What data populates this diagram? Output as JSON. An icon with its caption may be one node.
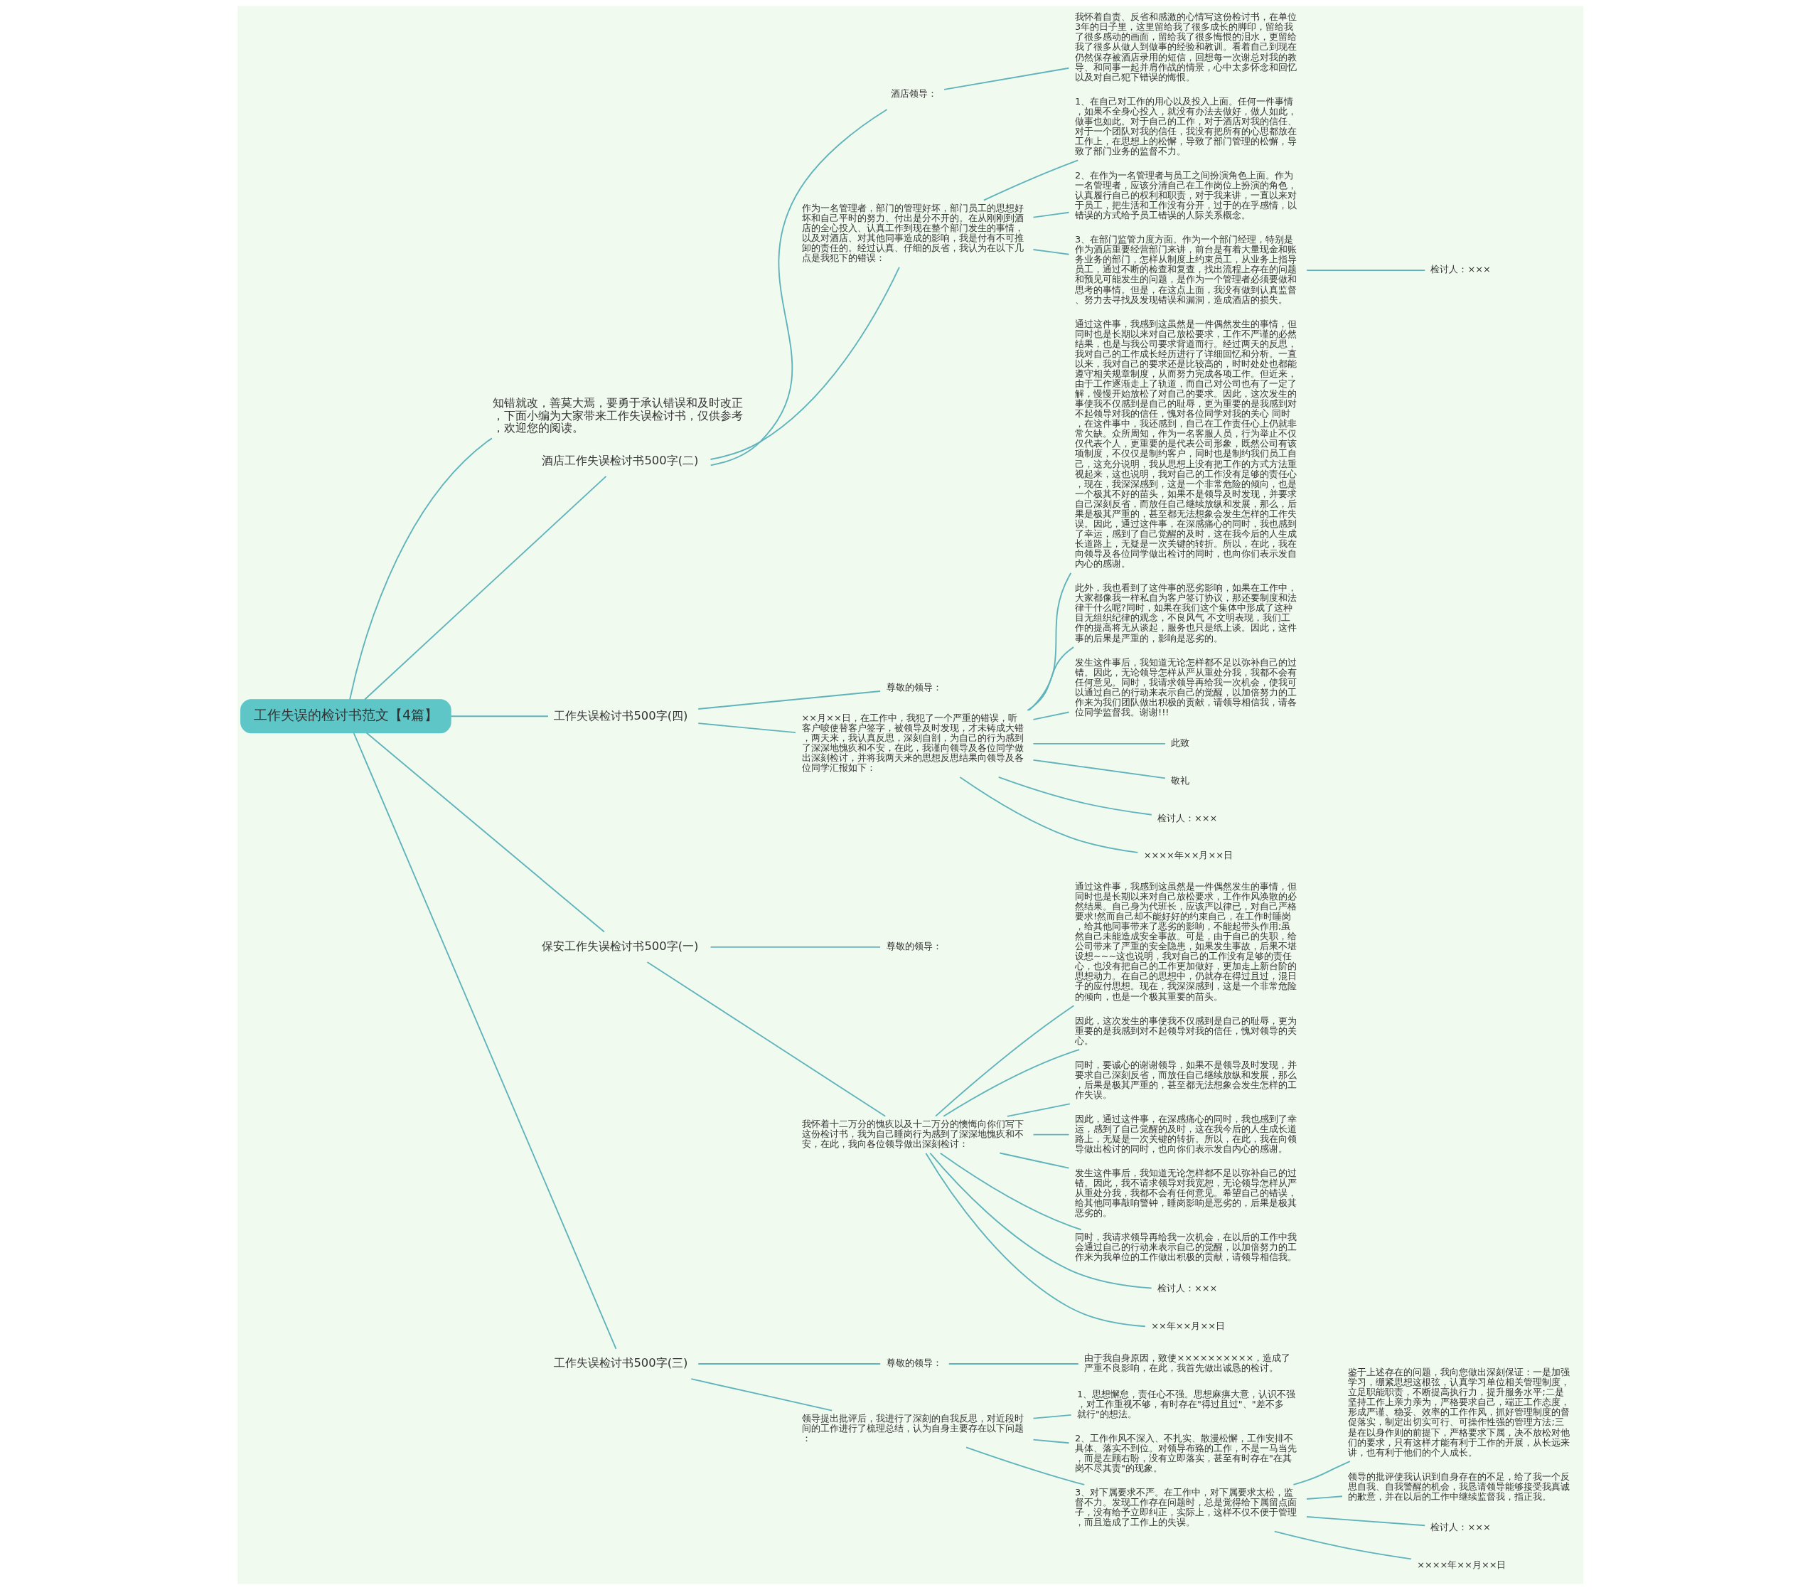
{
  "diagram": {
    "nodes": [
      {
        "text": [
          "工作失误的检讨书范文【4篇】"
        ]
      },
      {
        "text": [
          "知错就改，善莫大焉，要勇于承认错误和及时改正，下面小编为大家带来工作失误检讨书，仅供参考，欢迎您的阅读。"
        ]
      },
      {
        "text": [
          "酒店工作失误检讨书500字(二)"
        ]
      },
      {
        "text": [
          "酒店领导："
        ]
      },
      {
        "text": [
          "我怀着自责、反省和感激的心情写这份检讨书，在单位3年的日子里，这里留给我了很多成长的脚印，留给我了很多感动的画面，留给我了很多悔恨的泪水，更留给我了很多从做人到做事的经验和教训。看着自己到现在仍然保存被酒店录用的短信，回想每一次谢总对我的教导、和同事一起并肩作战的情景，心中太多怀念和回忆以及对自己犯下错误的悔恨。"
        ]
      },
      {
        "text": [
          "作为一名管理者，部门的管理好坏，部门员工的思想好坏和自己平时的努力、付出是分不开的。在从刚刚到酒店的全心投入、认真工作到现在整个部门发生的事情，以及对酒店、对其他同事造成的影响，我是付有不可推卸的责任的。经过认真、仔细的反省，我认为在以下几点是我犯下的错误："
        ]
      },
      {
        "text": [
          "1、在自己对工作的用心以及投入上面。任何一件事情，如果不全身心投入，就没有办法去做好，做人如此，做事也如此。对于自己的工作，对于酒店对我的信任、对于一个团队对我的信任，我没有把所有的心思都放在工作上，在思想上的松懈，导致了部门管理的松懈，导致了部门业务的监督不力。"
        ]
      },
      {
        "text": [
          "2、在作为一名管理者与员工之间扮演角色上面。作为一名管理者，应该分清自己在工作岗位上扮演的角色，认真履行自己的权利和职责，对于我来讲，一直以来对于员工，把生活和工作没有分开，过于的在乎感情，以错误的方式给予员工错误的人际关系概念。"
        ]
      },
      {
        "text": [
          "3、在部门监管力度方面。作为一个部门经理，特别是作为酒店重要经营部门来讲，前台是有着大量现金和账务业务的部门，怎样从制度上约束员工，从业务上指导员工，通过不断的检查和复查，找出流程上存在的问题和预见可能发生的问题，是作为一个管理者必须要做和思考的事情。但是，在这点上面，我没有做到认真监督、努力去寻找及发现错误和漏洞，造成酒店的损失。"
        ]
      },
      {
        "text": [
          "检讨人：×××"
        ]
      },
      {
        "text": [
          "工作失误检讨书500字(四)"
        ]
      },
      {
        "text": [
          "尊敬的领导："
        ]
      },
      {
        "text": [
          "××月××日，在工作中，我犯了一个严重的错误，听客户唆使替客户签字，被领导及时发现，才未铸成大错，两天来，我认真反思，深刻自剖，为自己的行为感到了深深地愧疚和不安，在此，我谨向领导及各位同学做出深刻检讨，并将我两天来的思想反思结果向领导及各位同学汇报如下："
        ]
      },
      {
        "text": [
          "通过这件事，我感到这虽然是一件偶然发生的事情，但同时也是长期以来对自己放松要求，工作不严谨的必然结果，也是与我公司要求背道而行。经过两天的反思，我对自己的工作成长经历进行了详细回忆和分析。一直以来，我对自己的要求还是比较高的，时时处处也都能遵守相关规章制度，从而努力完成各项工作。但近来，由于工作逐渐走上了轨道，而自己对公司也有了一定了解，慢慢开始放松了对自己的要求。因此，这次发生的事使我不仅感到是自己的耻辱，更为重要的是我感到对不起领导对我的信任，愧对各位同学对我的关心 同时，在这件事中，我还感到，自己在工作责任心上仍就非常欠缺。众所周知，作为一名客服人员，行为举止不仅仅代表个人，更重要的是代表公司形象，既然公司有该项制度，不仅仅是制约客户，同时也是制约我们员工自己，这充分说明，我从思想上没有把工作的方式方法重视起来，这也说明，我对自己的工作没有足够的责任心，现在，我深深感到，这是一个非常危险的倾向，也是一个极其不好的苗头，如果不是领导及时发现，并要求自己深刻反省，而放任自己继续放纵和发展，那么，后果是极其严重的，甚至都无法想象会发生怎样的工作失误。因此，通过这件事，在深感痛心的同时，我也感到了幸运，感到了自己觉醒的及时，这在我今后的人生成长道路上，无疑是一次关键的转折。所以，在此，我在向领导及各位同学做出检讨的同时，也向你们表示发自内心的感谢。"
        ]
      },
      {
        "text": [
          "此外，我也看到了这件事的恶劣影响，如果在工作中，大家都像我一样私自为客户签订协议，那还要制度和法律干什么呢?同时，如果在我们这个集体中形成了这种目无组织纪律的观念，不良风气 不文明表现，我们工作的提高将无从谈起，服务也只是纸上谈。因此，这件事的后果是严重的，影响是恶劣的。"
        ]
      },
      {
        "text": [
          "发生这件事后，我知道无论怎样都不足以弥补自己的过错。因此，无论领导怎样从严从重处分我，我都不会有任何意见。同时，我请求领导再给我一次机会，使我可以通过自己的行动来表示自己的觉醒，以加倍努力的工作来为我们团队做出积极的贡献，请领导相信我，请各位同学监督我。谢谢!!!"
        ]
      },
      {
        "text": [
          "此致"
        ]
      },
      {
        "text": [
          "敬礼"
        ]
      },
      {
        "text": [
          "检讨人：×××"
        ]
      },
      {
        "text": [
          "××××年××月××日"
        ]
      },
      {
        "text": [
          "保安工作失误检讨书500字(一)"
        ]
      },
      {
        "text": [
          "尊敬的领导："
        ]
      },
      {
        "text": [
          "我怀着十二万分的愧疚以及十二万分的懊悔向你们写下这份检讨书，我为自己睡岗行为感到了深深地愧疚和不安，在此，我向各位领导做出深刻检讨："
        ]
      },
      {
        "text": [
          "通过这件事，我感到这虽然是一件偶然发生的事情，但同时也是长期以来对自己放松要求，工作作风涣散的必然结果。自己身为代班长，应该严以律已，对自己严格要求!然而自己却不能好好的约束自己，在工作时睡岗，给其他同事带来了恶劣的影响，不能起带头作用;虽然自己未能造成安全事故。可是，由于自己的失职，给公司带来了严重的安全隐患，如果发生事故，后果不堪设想~~~这也说明，我对自己的工作没有足够的责任心，也没有把自己的工作更加做好，更加走上新台阶的思想动力。在自己的思想中，仍就存在得过且过，混日子的应付思想。现在，我深深感到，这是一个非常危险的倾向，也是一个极其重要的苗头。"
        ]
      },
      {
        "text": [
          "因此，这次发生的事使我不仅感到是自己的耻辱，更为重要的是我感到对不起领导对我的信任，愧对领导的关心。"
        ]
      },
      {
        "text": [
          "同时，要诚心的谢谢领导，如果不是领导及时发现，并要求自己深刻反省，而放任自己继续放纵和发展，那么，后果是极其严重的，甚至都无法想象会发生怎样的工作失误。"
        ]
      },
      {
        "text": [
          "因此，通过这件事，在深感痛心的同时，我也感到了幸运，感到了自己觉醒的及时，这在我今后的人生成长道路上，无疑是一次关键的转折。所以，在此，我在向领导做出检讨的同时，也向你们表示发自内心的感谢。"
        ]
      },
      {
        "text": [
          "发生这件事后，我知道无论怎样都不足以弥补自己的过错。因此，我不请求领导对我宽恕，无论领导怎样从严从重处分我，我都不会有任何意见。希望自己的错误，给其他同事敲响警钟，睡岗影响是恶劣的，后果是极其恶劣的。"
        ]
      },
      {
        "text": [
          "同时，我请求领导再给我一次机会，在以后的工作中我会通过自己的行动来表示自己的觉醒，以加倍努力的工作来为我单位的工作做出积极的贡献，请领导相信我。"
        ]
      },
      {
        "text": [
          "检讨人：×××"
        ]
      },
      {
        "text": [
          "××年××月××日"
        ]
      },
      {
        "text": [
          "工作失误检讨书500字(三)"
        ]
      },
      {
        "text": [
          "尊敬的领导："
        ]
      },
      {
        "text": [
          "由于我自身原因，致使××××××××××，造成了严重不良影响，在此，我首先做出诚恳的检讨。"
        ]
      },
      {
        "text": [
          "领导提出批评后，我进行了深刻的自我反思，对近段时间的工作进行了梳理总结，认为自身主要存在以下问题："
        ]
      },
      {
        "text": [
          "1、思想懈怠，责任心不强。思想麻痹大意，认识不强，对工作重视不够，有时存在\"得过且过\"、\"差不多就行\"的想法。"
        ]
      },
      {
        "text": [
          "2、工作作风不深入、不扎实、散漫松懈，工作安排不具体、落实不到位。对领导布臵的工作，不是一马当先，而是左顾右盼，没有立即落实，甚至有时存在\"在其岗不尽其责\"的现象。"
        ]
      },
      {
        "text": [
          "3、对下属要求不严。在工作中，对下属要求太松，监督不力。发现工作存在问题时，总是觉得给下属留点面子，没有给予立即纠正，实际上，这样不仅不便于管理，而且造成了工作上的失误。"
        ]
      },
      {
        "text": [
          "鉴于上述存在的问题，我向您做出深刻保证：一是加强学习，绷紧思想这根弦，认真学习单位相关管理制度，立足职能职责，不断提高执行力，提升服务水平;二是坚持工作上亲力亲为，严格要求自己，端正工作态度，形成严谨、稳妥、效率的工作作风，抓好管理制度的督促落实，制定出切实可行、可操作性强的管理方法;三是在以身作则的前提下，严格要求下属，决不放松对他们的要求，只有这样才能有利于工作的开展，从长远来讲，也有利于他们的个人成长。"
        ]
      },
      {
        "text": [
          "领导的批评使我认识到自身存在的不足，给了我一个反思自我、自我警醒的机会，我恳请领导能够接受我真诚的歉意，并在以后的工作中继续监督我，指正我。"
        ]
      },
      {
        "text": [
          "检讨人：×××"
        ]
      },
      {
        "text": [
          "××××年××月××日"
        ]
      }
    ],
    "edges": [
      {
        "from": 0,
        "to": 1,
        "arrow": "none"
      },
      {
        "from": 0,
        "to": 2,
        "arrow": "none"
      },
      {
        "from": 2,
        "to": 3,
        "arrow": "none"
      },
      {
        "from": 3,
        "to": 4,
        "arrow": "none"
      },
      {
        "from": 2,
        "to": 5,
        "arrow": "none"
      },
      {
        "from": 5,
        "to": 6,
        "arrow": "none"
      },
      {
        "from": 5,
        "to": 7,
        "arrow": "none"
      },
      {
        "from": 5,
        "to": 8,
        "arrow": "none"
      },
      {
        "from": 8,
        "to": 9,
        "arrow": "none"
      },
      {
        "from": 0,
        "to": 10,
        "arrow": "none"
      },
      {
        "from": 10,
        "to": 11,
        "arrow": "none"
      },
      {
        "from": 10,
        "to": 12,
        "arrow": "none"
      },
      {
        "from": 12,
        "to": 13,
        "arrow": "none"
      },
      {
        "from": 12,
        "to": 14,
        "arrow": "none"
      },
      {
        "from": 12,
        "to": 15,
        "arrow": "none"
      },
      {
        "from": 12,
        "to": 16,
        "arrow": "none"
      },
      {
        "from": 12,
        "to": 17,
        "arrow": "none"
      },
      {
        "from": 12,
        "to": 18,
        "arrow": "none"
      },
      {
        "from": 12,
        "to": 19,
        "arrow": "none"
      },
      {
        "from": 0,
        "to": 20,
        "arrow": "none"
      },
      {
        "from": 20,
        "to": 21,
        "arrow": "none"
      },
      {
        "from": 20,
        "to": 22,
        "arrow": "none"
      },
      {
        "from": 22,
        "to": 23,
        "arrow": "none"
      },
      {
        "from": 22,
        "to": 24,
        "arrow": "none"
      },
      {
        "from": 22,
        "to": 25,
        "arrow": "none"
      },
      {
        "from": 22,
        "to": 26,
        "arrow": "none"
      },
      {
        "from": 22,
        "to": 27,
        "arrow": "none"
      },
      {
        "from": 22,
        "to": 28,
        "arrow": "none"
      },
      {
        "from": 22,
        "to": 29,
        "arrow": "none"
      },
      {
        "from": 22,
        "to": 30,
        "arrow": "none"
      },
      {
        "from": 0,
        "to": 31,
        "arrow": "none"
      },
      {
        "from": 31,
        "to": 32,
        "arrow": "none"
      },
      {
        "from": 32,
        "to": 33,
        "arrow": "none"
      },
      {
        "from": 31,
        "to": 34,
        "arrow": "none"
      },
      {
        "from": 34,
        "to": 35,
        "arrow": "none"
      },
      {
        "from": 34,
        "to": 36,
        "arrow": "none"
      },
      {
        "from": 34,
        "to": 37,
        "arrow": "none"
      },
      {
        "from": 37,
        "to": 38,
        "arrow": "none"
      },
      {
        "from": 37,
        "to": 39,
        "arrow": "none"
      },
      {
        "from": 37,
        "to": 40,
        "arrow": "none"
      },
      {
        "from": 37,
        "to": 41,
        "arrow": "none"
      }
    ]
  }
}
